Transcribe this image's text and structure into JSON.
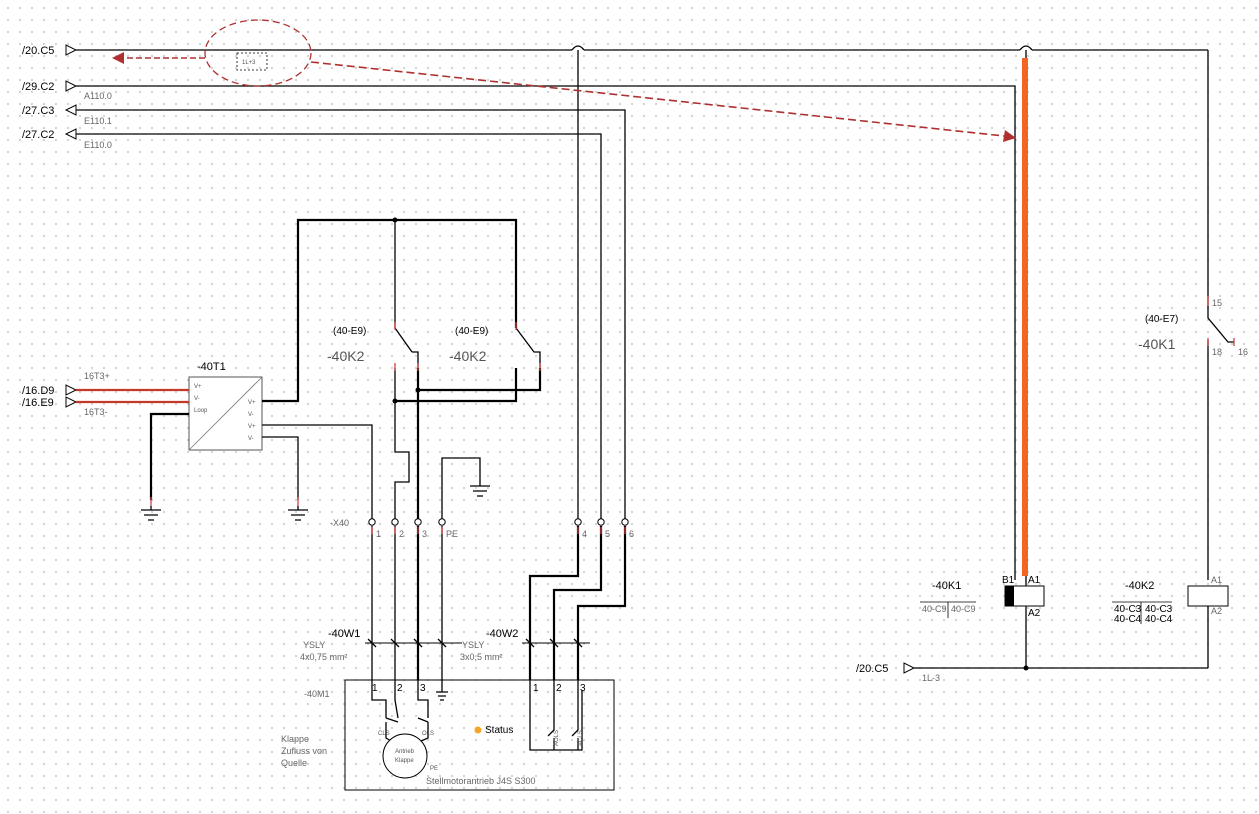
{
  "colors": {
    "highlight_orange": "#f26522",
    "annotation_red": "#b03030",
    "wire_red": "#c0392b",
    "status_dot": "#f5a623"
  },
  "references": {
    "ref_20c5_top": "/20.C5",
    "ref_29c2": "/29.C2",
    "ref_27c3": "/27.C3",
    "ref_27c2": "/27.C2",
    "ref_16d9": "/16.D9",
    "ref_16e9": "/16.E9",
    "ref_20c5_bottom": "/20.C5"
  },
  "signals": {
    "a110": "A110.0",
    "e110_1": "E110.1",
    "e110_0": "E110.0",
    "t3plus": "16T3+",
    "t3minus": "16T3-",
    "l1_3": "1L-3",
    "highlight_box": "1L+3"
  },
  "transducer": {
    "tag": "-40T1",
    "pins_left": [
      "V+",
      "V-",
      "Loop"
    ],
    "pins_right": [
      "V+",
      "V-",
      "V+",
      "V-"
    ]
  },
  "relay_contacts": [
    {
      "ref": "(40-E9)",
      "tag": "-40K2"
    },
    {
      "ref": "(40-E9)",
      "tag": "-40K2"
    },
    {
      "ref": "(40-E7)",
      "tag": "-40K1",
      "pin_top": "15",
      "pin_no": "18",
      "pin_nc": "16"
    }
  ],
  "terminal_strip": {
    "tag": "-X40",
    "labels": [
      "1",
      "2",
      "3",
      "PE",
      "4",
      "5",
      "6"
    ]
  },
  "cables": [
    {
      "tag": "-40W1",
      "type": "YSLY",
      "spec": "4x0,75 mm²"
    },
    {
      "tag": "-40W2",
      "type": "YSLY",
      "spec": "3x0,5 mm²"
    }
  ],
  "motor": {
    "tag": "-40M1",
    "desc_lines": [
      "Klappe",
      "Zufluss von",
      "Quelle"
    ],
    "pins_left": [
      "1",
      "2",
      "3"
    ],
    "pins_right": [
      "1",
      "2",
      "3"
    ],
    "cls": "CLS",
    "ols": "OLS",
    "motor_line1": "Antrieb",
    "motor_line2": "Klappe",
    "status": "Status",
    "bottom_label": "Stellmotorantrieb J4S S300",
    "aols": "AOLS",
    "acls": "ACLS",
    "pe": "PE"
  },
  "coils": [
    {
      "tag": "-40K1",
      "b1": "B1",
      "a1": "A1",
      "a2": "A2",
      "xref": [
        "40-C9",
        "40-C9"
      ]
    },
    {
      "tag": "-40K2",
      "a1": "A1",
      "a2": "A2",
      "xref": [
        "40-C3",
        "40-C3",
        "40-C4",
        "40-C4"
      ]
    }
  ]
}
